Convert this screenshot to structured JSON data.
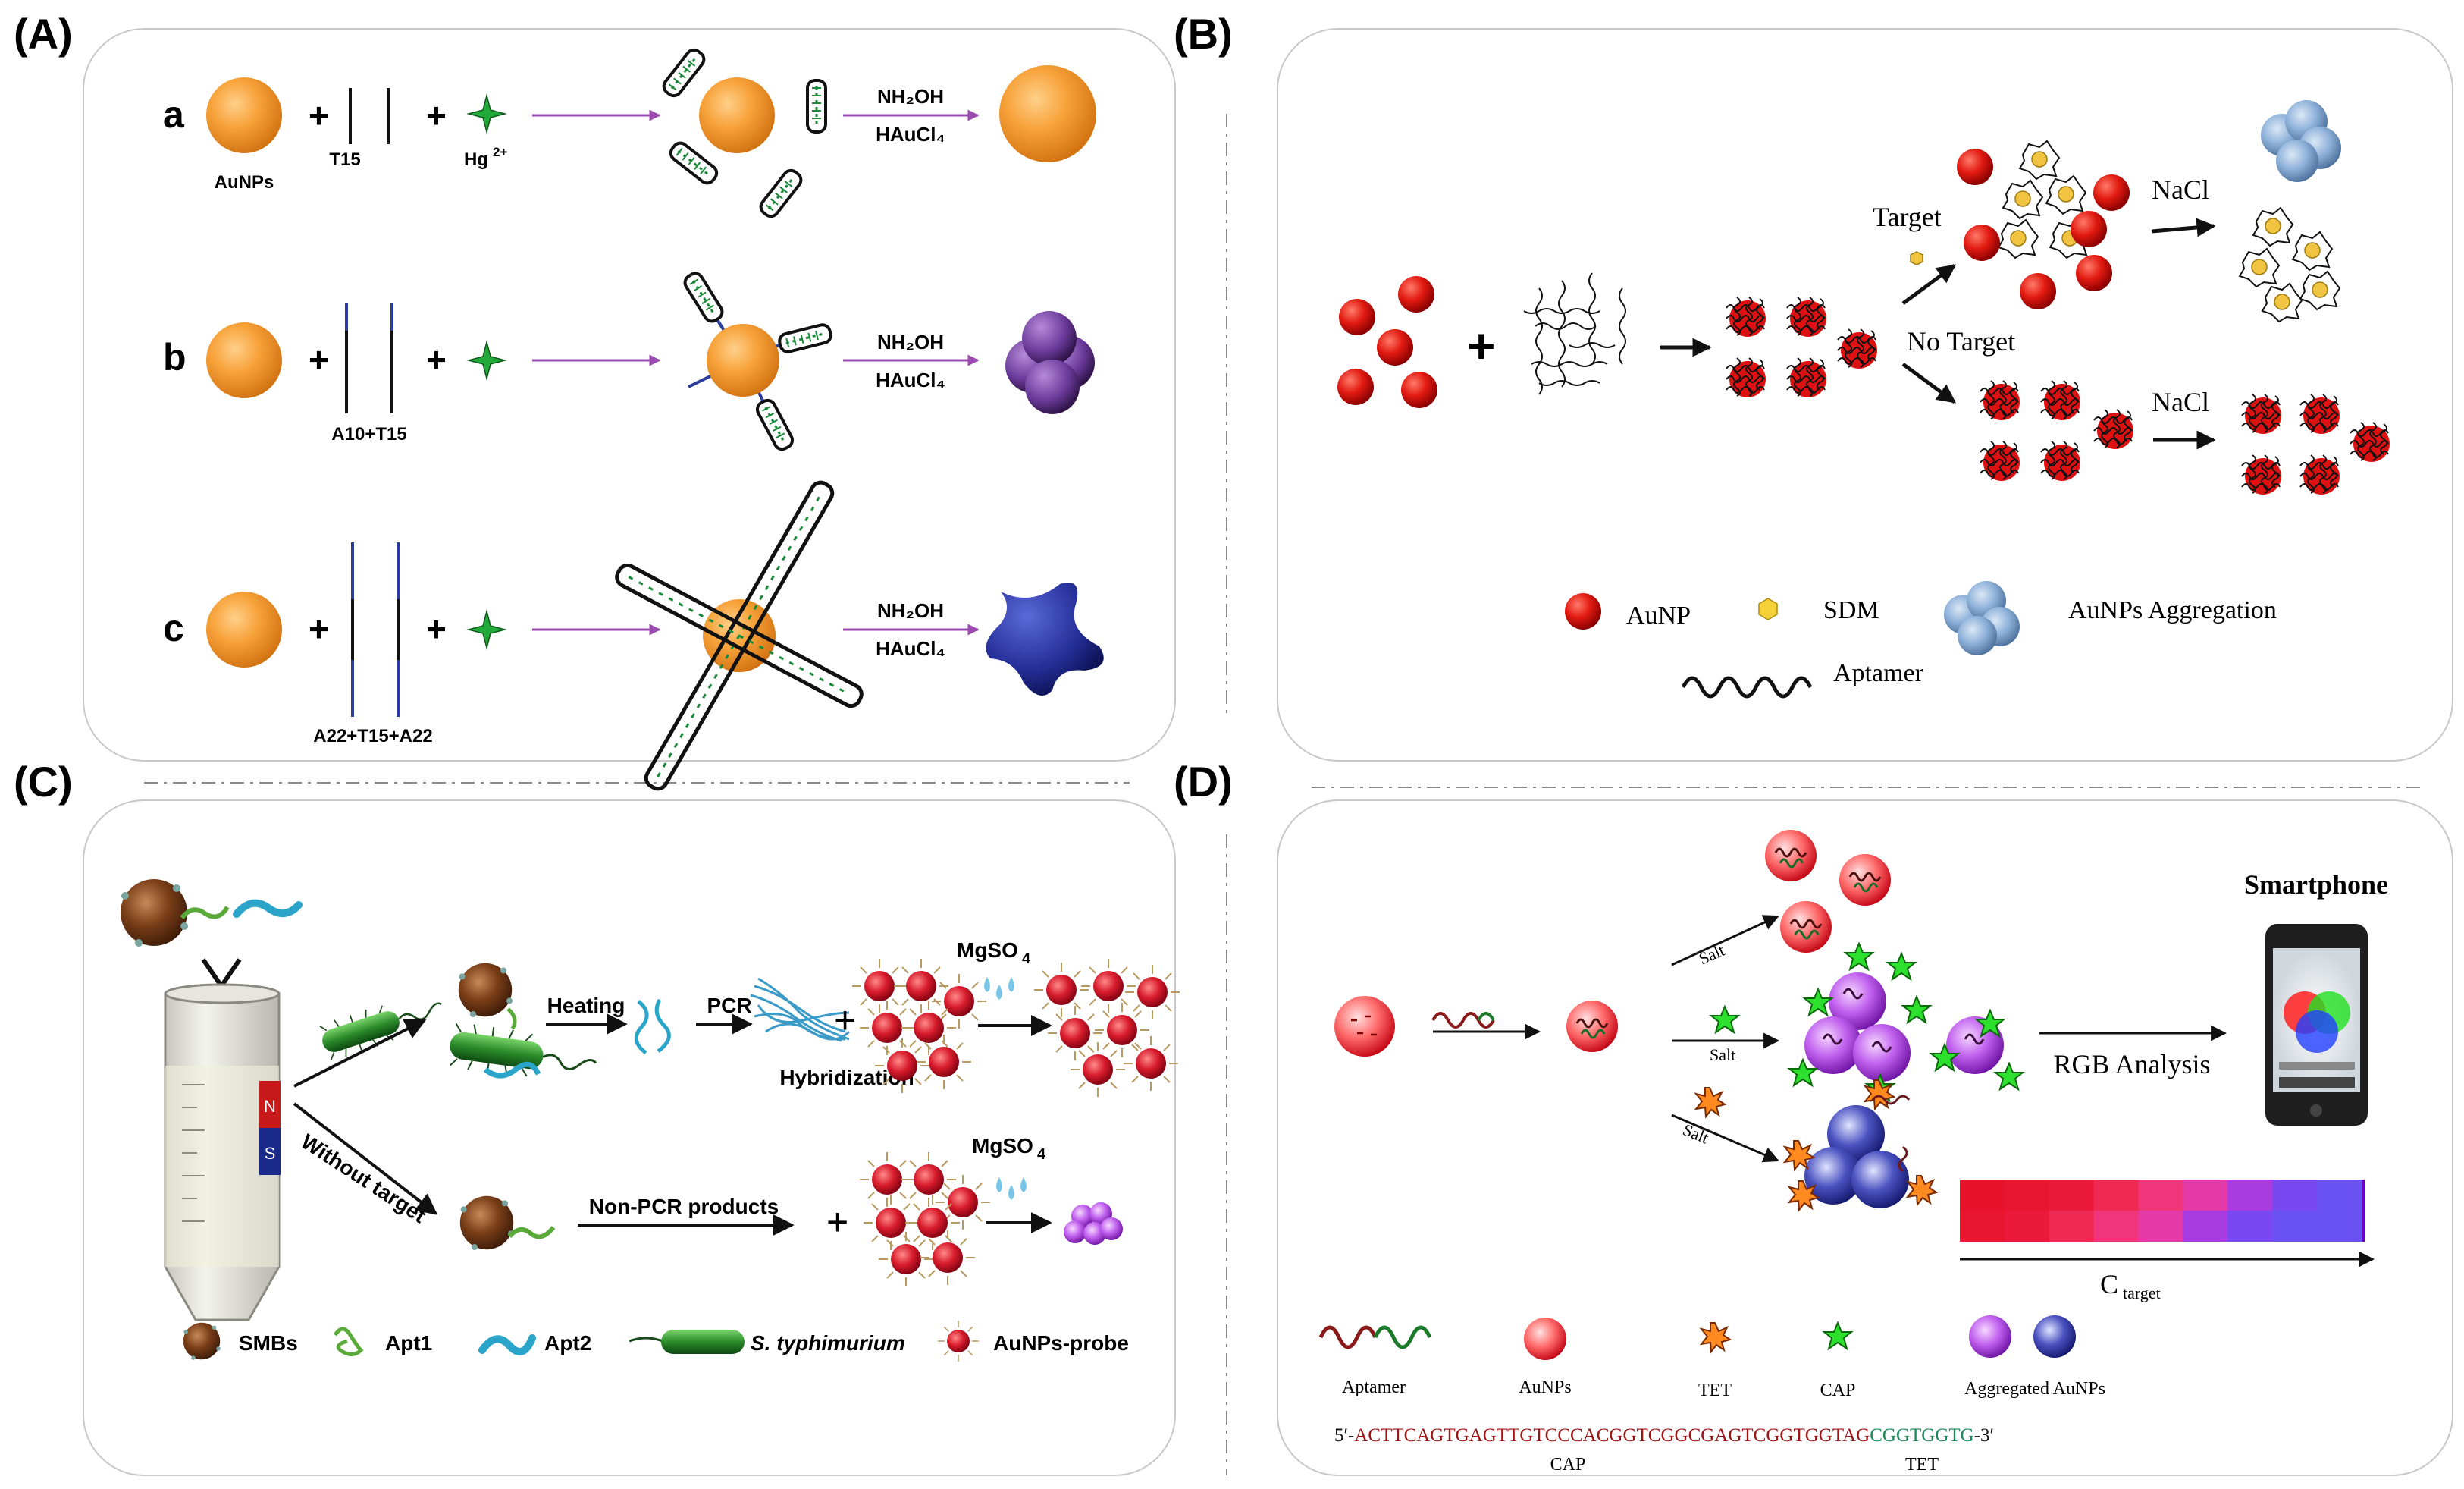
{
  "panels": {
    "A": {
      "label": "(A)",
      "rows": {
        "a": {
          "letter": "a",
          "np": "AuNPs",
          "dna": "T15",
          "ion": "Hg",
          "ion_sup": "2+",
          "r1": "NH₂OH",
          "r2": "HAuCl₄"
        },
        "b": {
          "letter": "b",
          "dna": "A10+T15",
          "r1": "NH₂OH",
          "r2": "HAuCl₄"
        },
        "c": {
          "letter": "c",
          "dna": "A22+T15+A22",
          "r1": "NH₂OH",
          "r2": "HAuCl₄"
        }
      }
    },
    "B": {
      "label": "(B)",
      "target": "Target",
      "no_target": "No Target",
      "salt1": "NaCl",
      "salt2": "NaCl",
      "legend": {
        "aunp": "AuNP",
        "sdm": "SDM",
        "agg": "AuNPs Aggregation",
        "aptamer": "Aptamer"
      }
    },
    "C": {
      "label": "(C)",
      "heating": "Heating",
      "pcr": "PCR",
      "hybridization": "Hybridization",
      "mgso4_1": "MgSO",
      "mgso4_2": "MgSO",
      "mgso4_sub": "4",
      "without_target": "Without target",
      "non_pcr": "Non-PCR products",
      "magnet_n": "N",
      "magnet_s": "S",
      "legend": {
        "smbs": "SMBs",
        "apt1": "Apt1",
        "apt2": "Apt2",
        "bacteria": "S. typhimurium",
        "probe": "AuNPs-probe"
      }
    },
    "D": {
      "label": "(D)",
      "salt": "Salt",
      "smartphone": "Smartphone",
      "rgb": "RGB Analysis",
      "c_target_main": "C",
      "c_target_sub": "target",
      "legend": {
        "aptamer": "Aptamer",
        "aunps": "AuNPs",
        "tet": "TET",
        "cap": "CAP",
        "agg": "Aggregated AuNPs"
      },
      "sequence": {
        "prefix": "5′-",
        "cap_part": "ACTTCAGTGAGTTGTCCCACGGTCGGCGAGTCGGTGGTAG",
        "tet_part": "CGGTGGTG",
        "suffix": "-3′",
        "cap_label": "CAP",
        "tet_label": "TET"
      },
      "gradient_colors": [
        "#e8122a",
        "#ea1630",
        "#ec1a3a",
        "#ee2a52",
        "#f0357a",
        "#e43aa8",
        "#a83ce0",
        "#7a48f0",
        "#6a52f2"
      ]
    }
  }
}
